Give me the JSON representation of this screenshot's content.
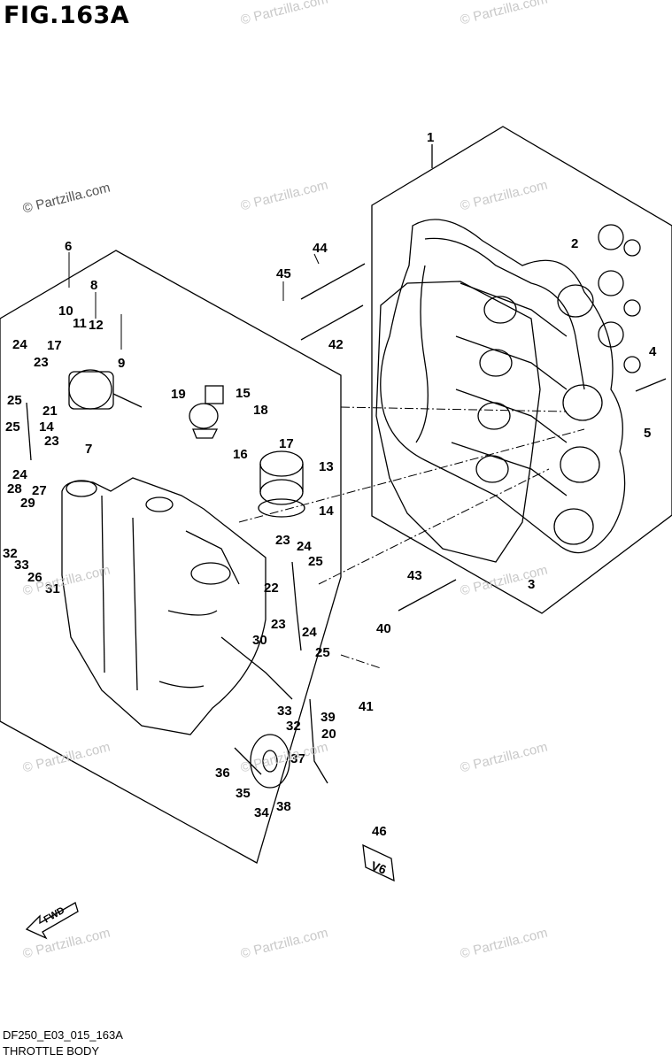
{
  "figure": {
    "title": "FIG.163A",
    "code": "DF250_E03_015_163A",
    "subtitle": "THROTTLE BODY",
    "watermark": "© Partzilla.com",
    "fwd_label": "FWD",
    "emblem_text": "V6"
  },
  "callouts": [
    "1",
    "2",
    "3",
    "4",
    "5",
    "6",
    "7",
    "8",
    "9",
    "10",
    "11",
    "12",
    "13",
    "14",
    "14",
    "15",
    "16",
    "17",
    "17",
    "18",
    "19",
    "20",
    "21",
    "22",
    "23",
    "23",
    "23",
    "23",
    "24",
    "24",
    "24",
    "24",
    "25",
    "25",
    "25",
    "25",
    "26",
    "27",
    "28",
    "29",
    "30",
    "31",
    "32",
    "32",
    "33",
    "33",
    "34",
    "35",
    "36",
    "37",
    "38",
    "39",
    "40",
    "41",
    "42",
    "43",
    "44",
    "45",
    "46"
  ],
  "colors": {
    "ink": "#000000",
    "watermark": "#c9c9c9",
    "background": "#ffffff"
  }
}
